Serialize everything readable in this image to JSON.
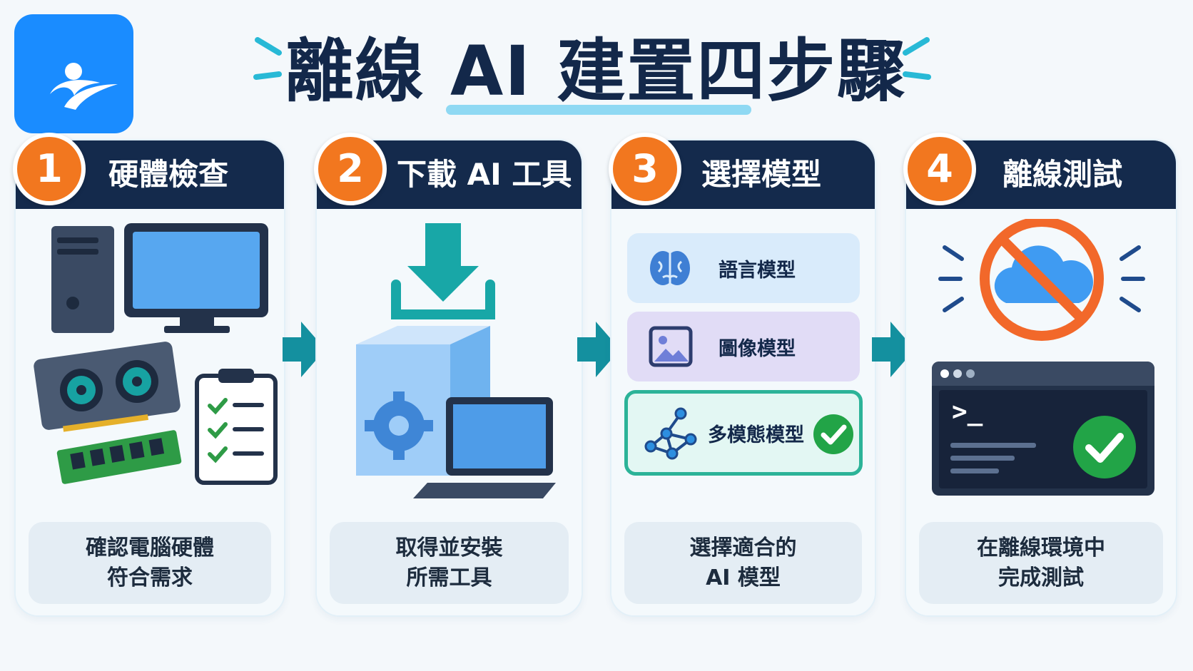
{
  "title": "離線 AI 建置四步驟",
  "steps": [
    {
      "number": "1",
      "title": "硬體檢查",
      "caption": [
        "確認電腦硬體",
        "符合需求"
      ]
    },
    {
      "number": "2",
      "title": "下載 AI 工具",
      "caption": [
        "取得並安裝",
        "所需工具"
      ]
    },
    {
      "number": "3",
      "title": "選擇模型",
      "caption": [
        "選擇適合的",
        "AI 模型"
      ]
    },
    {
      "number": "4",
      "title": "離線測試",
      "caption": [
        "在離線環境中",
        "完成測試"
      ]
    }
  ],
  "models": [
    {
      "label": "語言模型",
      "icon": "brain-icon"
    },
    {
      "label": "圖像模型",
      "icon": "image-icon"
    },
    {
      "label": "多模態模型",
      "icon": "network-icon"
    }
  ],
  "terminal_prompt": ">_",
  "colors": {
    "navy": "#142a4c",
    "orange": "#f2771f",
    "teal": "#14909f",
    "blue": "#1a8cff",
    "green": "#22a447"
  }
}
